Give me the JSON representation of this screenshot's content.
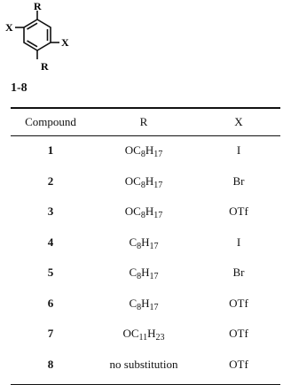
{
  "structure": {
    "substituent_r": "R",
    "substituent_x": "X",
    "compound_range": "1-8"
  },
  "table": {
    "headers": [
      "Compound",
      "R",
      "X"
    ],
    "rows": [
      {
        "compound": "1",
        "r": [
          "OC",
          "8",
          "H",
          "17"
        ],
        "x": "I"
      },
      {
        "compound": "2",
        "r": [
          "OC",
          "8",
          "H",
          "17"
        ],
        "x": "Br"
      },
      {
        "compound": "3",
        "r": [
          "OC",
          "8",
          "H",
          "17"
        ],
        "x": "OTf"
      },
      {
        "compound": "4",
        "r": [
          "C",
          "8",
          "H",
          "17"
        ],
        "x": "I"
      },
      {
        "compound": "5",
        "r": [
          "C",
          "8",
          "H",
          "17"
        ],
        "x": "Br"
      },
      {
        "compound": "6",
        "r": [
          "C",
          "8",
          "H",
          "17"
        ],
        "x": "OTf"
      },
      {
        "compound": "7",
        "r": [
          "OC",
          "11",
          "H",
          "23"
        ],
        "x": "OTf"
      },
      {
        "compound": "8",
        "r": [
          "no substitution"
        ],
        "x": "OTf"
      }
    ]
  }
}
